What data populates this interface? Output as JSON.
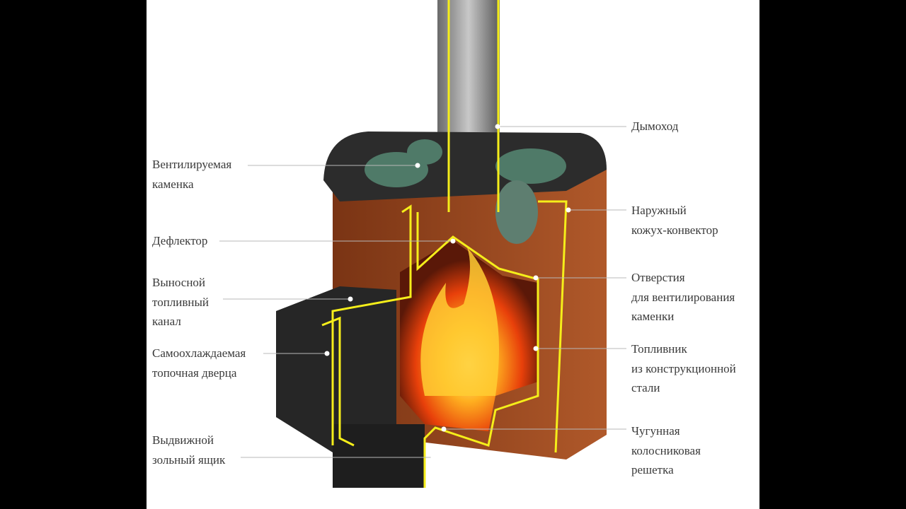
{
  "diagram": {
    "left_labels": [
      {
        "id": "ventilated-heater",
        "lines": [
          "Вентилируемая",
          "каменка"
        ]
      },
      {
        "id": "deflector",
        "lines": [
          "Дефлектор"
        ]
      },
      {
        "id": "fuel-channel",
        "lines": [
          "Выносной",
          "топливный",
          "канал"
        ]
      },
      {
        "id": "firebox-door",
        "lines": [
          "Самоохлаждаемая",
          "топочная дверца"
        ]
      },
      {
        "id": "ash-box",
        "lines": [
          "Выдвижной",
          "зольный ящик"
        ]
      }
    ],
    "right_labels": [
      {
        "id": "chimney",
        "lines": [
          "Дымоход"
        ]
      },
      {
        "id": "outer-casing",
        "lines": [
          "Наружный",
          "кожух-конвектор"
        ]
      },
      {
        "id": "vent-holes",
        "lines": [
          "Отверстия",
          "для вентилирования",
          "каменки"
        ]
      },
      {
        "id": "firebox",
        "lines": [
          "Топливник",
          "из конструкционной",
          "стали"
        ]
      },
      {
        "id": "grate",
        "lines": [
          "Чугунная",
          "колосниковая",
          "решетка"
        ]
      }
    ],
    "colors": {
      "outline": "#f5ee1a",
      "casing": "#9a4a22",
      "steel": "#2a2a2a",
      "fire": "#ff7a10"
    }
  }
}
